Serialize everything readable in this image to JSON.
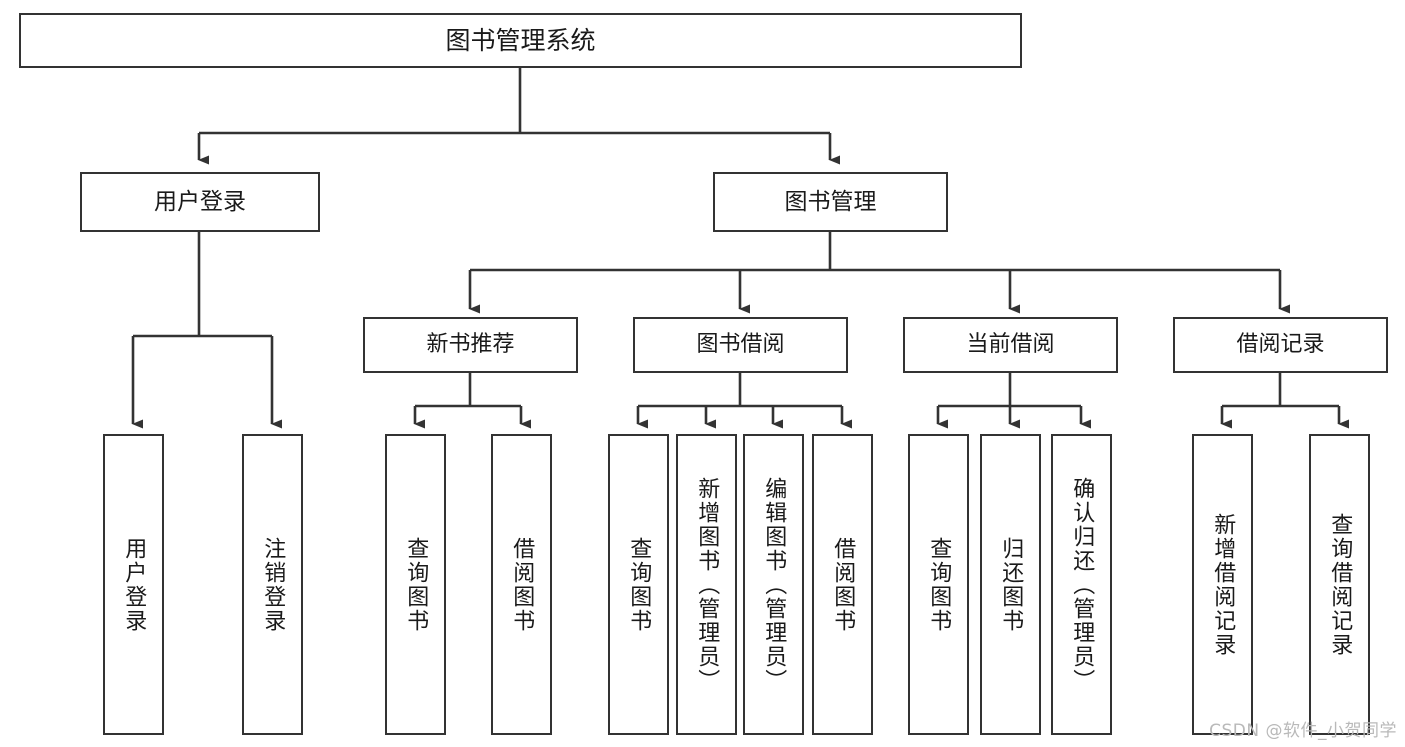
{
  "diagram": {
    "title": "图书管理系统",
    "type": "tree-hierarchy",
    "orientation": "top-down",
    "colors": {
      "box_border": "#333333",
      "box_fill": "#ffffff",
      "connector": "#333333",
      "text": "#1a1a1a",
      "watermark": "#b9b9b9",
      "background": "#ffffff"
    },
    "root": {
      "label": "图书管理系统"
    },
    "level1": [
      {
        "label": "用户登录"
      },
      {
        "label": "图书管理"
      }
    ],
    "level2": [
      {
        "label": "新书推荐"
      },
      {
        "label": "图书借阅"
      },
      {
        "label": "当前借阅"
      },
      {
        "label": "借阅记录"
      }
    ],
    "leaves": {
      "user_login": [
        {
          "label": "用户登录"
        },
        {
          "label": "注销登录"
        }
      ],
      "new_book_recommend": [
        {
          "label": "查询图书"
        },
        {
          "label": "借阅图书"
        }
      ],
      "book_borrow": [
        {
          "label": "查询图书"
        },
        {
          "label": "新增图书（管理员）"
        },
        {
          "label": "编辑图书（管理员）"
        },
        {
          "label": "借阅图书"
        }
      ],
      "current_borrow": [
        {
          "label": "查询图书"
        },
        {
          "label": "归还图书"
        },
        {
          "label": "确认归还（管理员）"
        }
      ],
      "borrow_records": [
        {
          "label": "新增借阅记录"
        },
        {
          "label": "查询借阅记录"
        }
      ]
    }
  },
  "watermark": {
    "text": "CSDN @软件_小贺同学"
  }
}
